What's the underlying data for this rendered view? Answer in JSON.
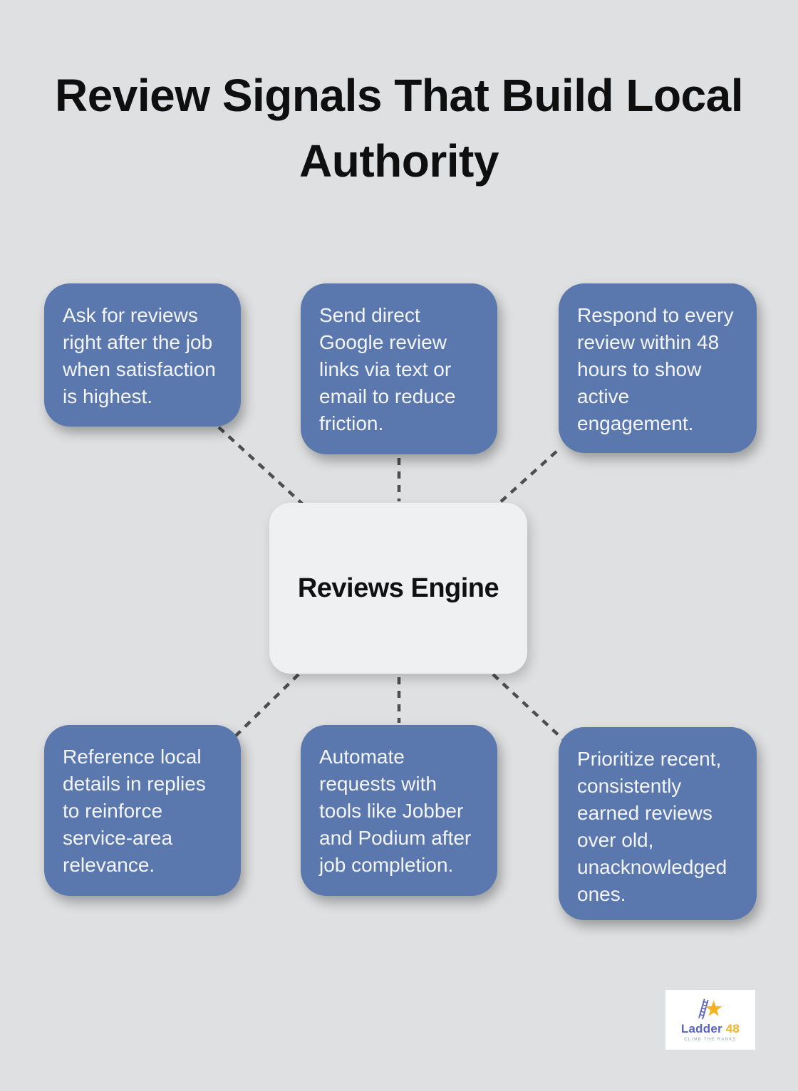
{
  "title": "Review Signals That Build Local Authority",
  "center_node": {
    "label": "Reviews Engine"
  },
  "nodes": [
    {
      "position": "top-left",
      "text": "Ask for reviews right after the job when satisfaction is highest."
    },
    {
      "position": "top-middle",
      "text": "Send direct Google review links via text or email to reduce friction."
    },
    {
      "position": "top-right",
      "text": "Respond to every review within 48 hours to show active engagement."
    },
    {
      "position": "bottom-left",
      "text": "Reference local details in replies to reinforce service-area relevance."
    },
    {
      "position": "bottom-middle",
      "text": "Automate requests with tools like Jobber and Podium after job completion."
    },
    {
      "position": "bottom-right",
      "text": "Prioritize recent, consistently earned reviews over old, unacknowledged ones."
    }
  ],
  "logo": {
    "brand": "Ladder",
    "number": "48",
    "tagline": "CLIMB THE RANKS"
  },
  "colors": {
    "background": "#dfe0e1",
    "node_blue": "#5b78ae",
    "node_text": "#f3f5f9",
    "center_box": "#eff0f2",
    "connector_gray": "#4e4e4e",
    "title_text": "#0f0f0f",
    "brand_indigo": "#5a63c4",
    "brand_gold": "#f5b31d",
    "tagline_gray": "#99a2b8"
  }
}
